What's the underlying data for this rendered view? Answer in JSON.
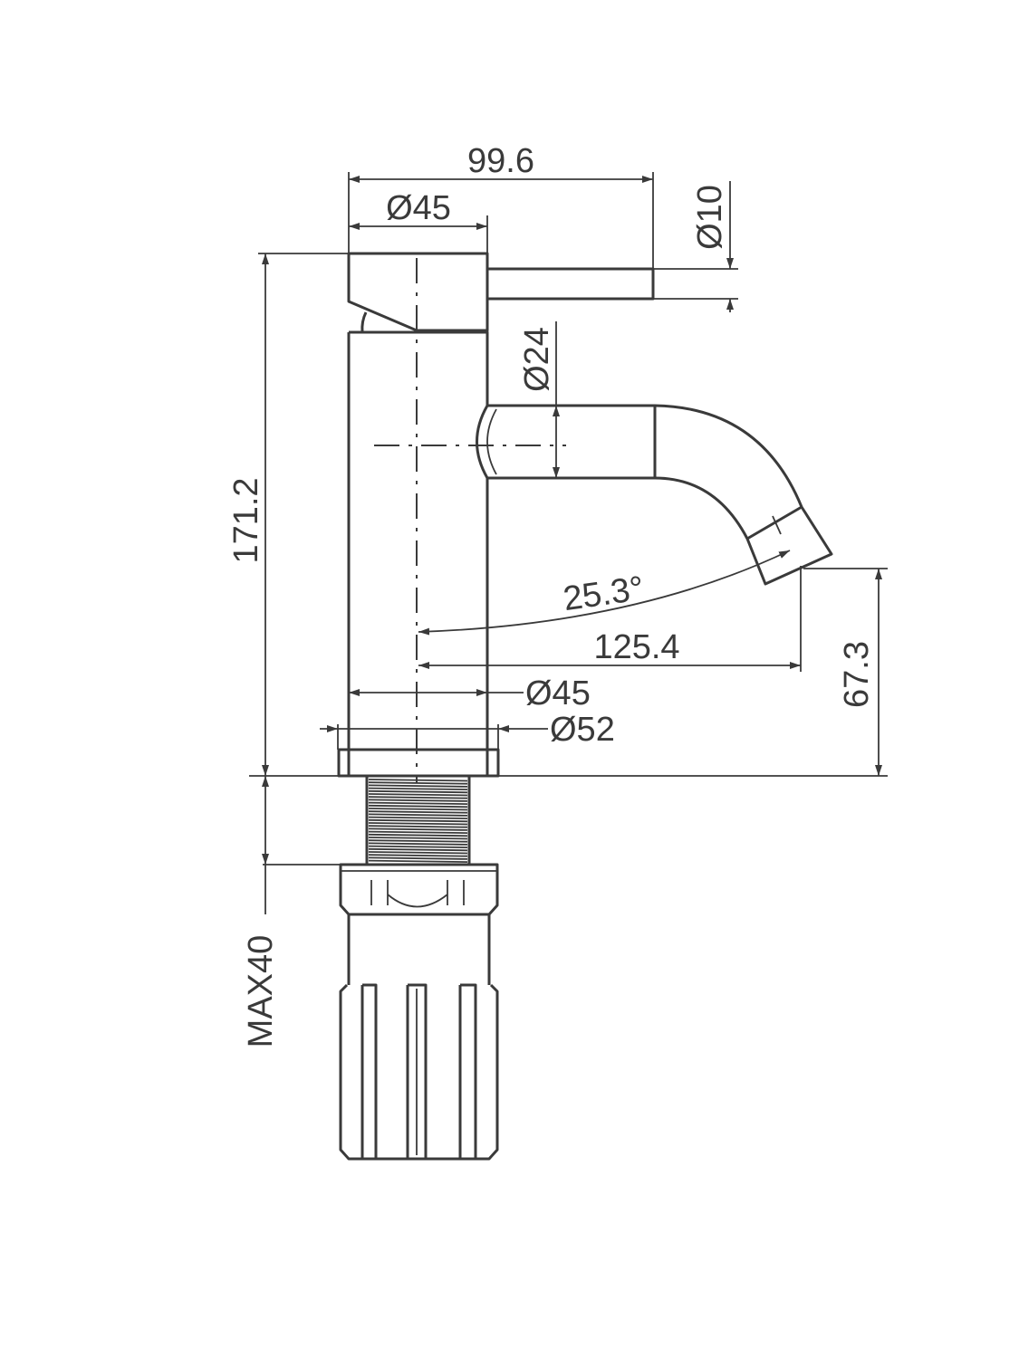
{
  "drawing": {
    "title": "Basin faucet side view dimension drawing",
    "units": "mm",
    "line_color": "#3a3a3a",
    "dimensions": {
      "overall_width": "99.6",
      "handle_diameter": "Ø45",
      "lever_diameter": "Ø10",
      "spout_diameter": "Ø24",
      "spout_angle": "25.3°",
      "spout_reach": "125.4",
      "body_diameter": "Ø45",
      "base_diameter": "Ø52",
      "overall_height": "171.2",
      "spout_height": "67.3",
      "max_deck_thickness": "MAX40"
    }
  }
}
